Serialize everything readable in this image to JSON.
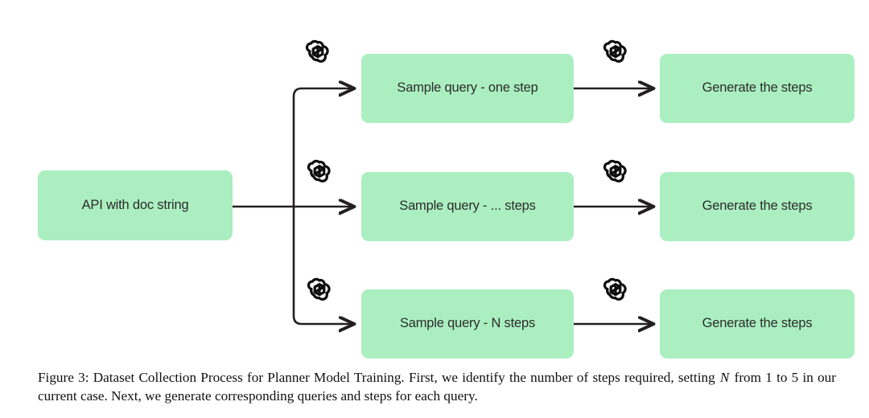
{
  "figure": {
    "caption_prefix": "Figure 3: Dataset Collection Process for Planner Model Training. First, we identify the number of steps required, setting ",
    "caption_variable": "N",
    "caption_suffix": " from 1 to 5 in our current case. Next, we generate corresponding queries and steps for each query.",
    "box_color": "#abefc1",
    "text_color": "#2c2c2c",
    "line_color": "#231f20"
  },
  "nodes": {
    "source": {
      "label": "API with doc string"
    },
    "queries": [
      {
        "label": "Sample query - one step"
      },
      {
        "label": "Sample query - ... steps"
      },
      {
        "label": "Sample query - N steps"
      }
    ],
    "outputs": [
      {
        "label": "Generate the steps"
      },
      {
        "label": "Generate the steps"
      },
      {
        "label": "Generate the steps"
      }
    ]
  },
  "icons": {
    "model_icon_name": "openai-logo-icon",
    "count": 6
  }
}
